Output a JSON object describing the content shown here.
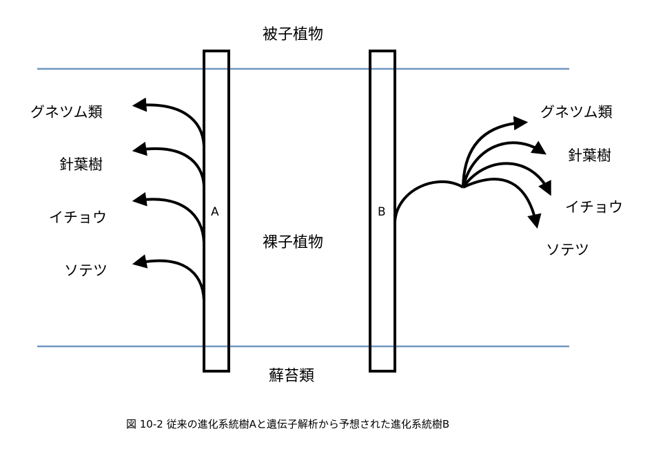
{
  "zones": {
    "angiosperms": "被子植物",
    "gymnosperms": "裸子植物",
    "bryophytes": "蘚苔類"
  },
  "tree_a": {
    "label": "A",
    "branches": [
      "グネツム類",
      "針葉樹",
      "イチョウ",
      "ソテツ"
    ]
  },
  "tree_b": {
    "label": "B",
    "branches": [
      "グネツム類",
      "針葉樹",
      "イチョウ",
      "ソテツ"
    ]
  },
  "caption": "図 10-2 従来の進化系統樹Aと遺伝子解析から予想された進化系統樹B",
  "colors": {
    "boundary_line": "#6f96bf",
    "stroke": "#000000"
  }
}
